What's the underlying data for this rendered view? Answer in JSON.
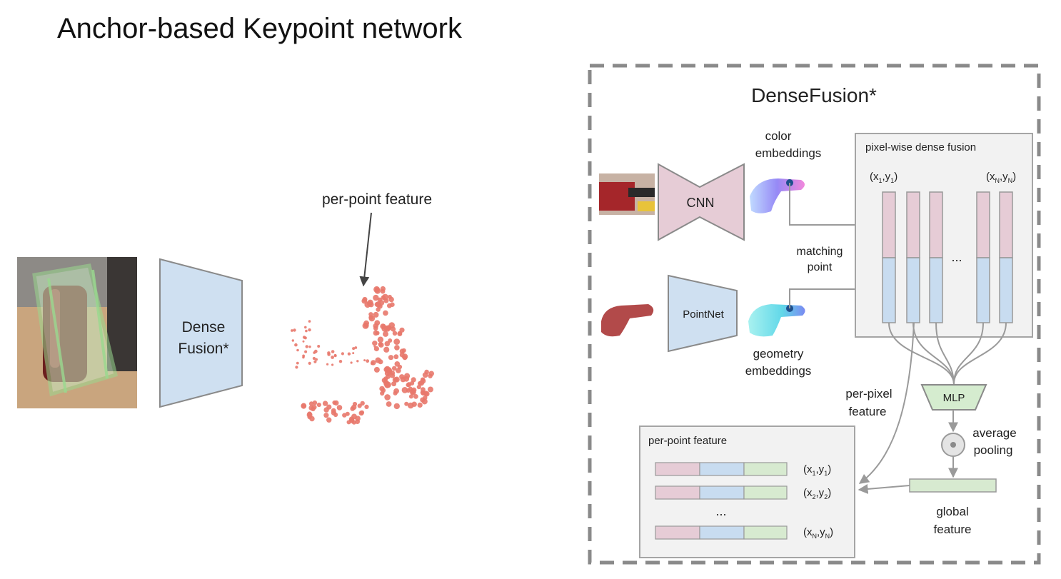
{
  "title": "Anchor-based Keypoint network",
  "left": {
    "network_label_line1": "Dense",
    "network_label_line2": "Fusion*",
    "pointcloud_label": "per-point feature"
  },
  "densefusion": {
    "title": "DenseFusion*",
    "cnn_label": "CNN",
    "pointnet_label": "PointNet",
    "color_embeddings_line1": "color",
    "color_embeddings_line2": "embeddings",
    "geometry_embeddings_line1": "geometry",
    "geometry_embeddings_line2": "embeddings",
    "matching_point_line1": "matching",
    "matching_point_line2": "point",
    "fusion_box_label": "pixel-wise dense fusion",
    "coord_first": {
      "prefix": "(x",
      "sub1": "1",
      "mid": ",y",
      "sub2": "1",
      "suffix": ")"
    },
    "coord_last": {
      "prefix": "(x",
      "sub1": "N",
      "mid": ",y",
      "sub2": "N",
      "suffix": ")"
    },
    "ellipsis": "...",
    "mlp_label": "MLP",
    "per_pixel_line1": "per-pixel",
    "per_pixel_line2": "feature",
    "avg_pool_line1": "average",
    "avg_pool_line2": "pooling",
    "global_line1": "global",
    "global_line2": "feature",
    "per_point_box_label": "per-point feature",
    "rows": [
      {
        "prefix": "(x",
        "sub1": "1",
        "mid": ",y",
        "sub2": "1",
        "suffix": ")"
      },
      {
        "prefix": "(x",
        "sub1": "2",
        "mid": ",y",
        "sub2": "2",
        "suffix": ")"
      },
      {
        "prefix": "(x",
        "sub1": "N",
        "mid": ",y",
        "sub2": "N",
        "suffix": ")"
      }
    ]
  },
  "colors": {
    "pink": "#e6ccd6",
    "blue": "#c8dcf0",
    "green": "#d7ead0",
    "mlp_green": "#d5eccf",
    "gray_line": "#9a9a9a",
    "point_red": "#e8786c"
  }
}
